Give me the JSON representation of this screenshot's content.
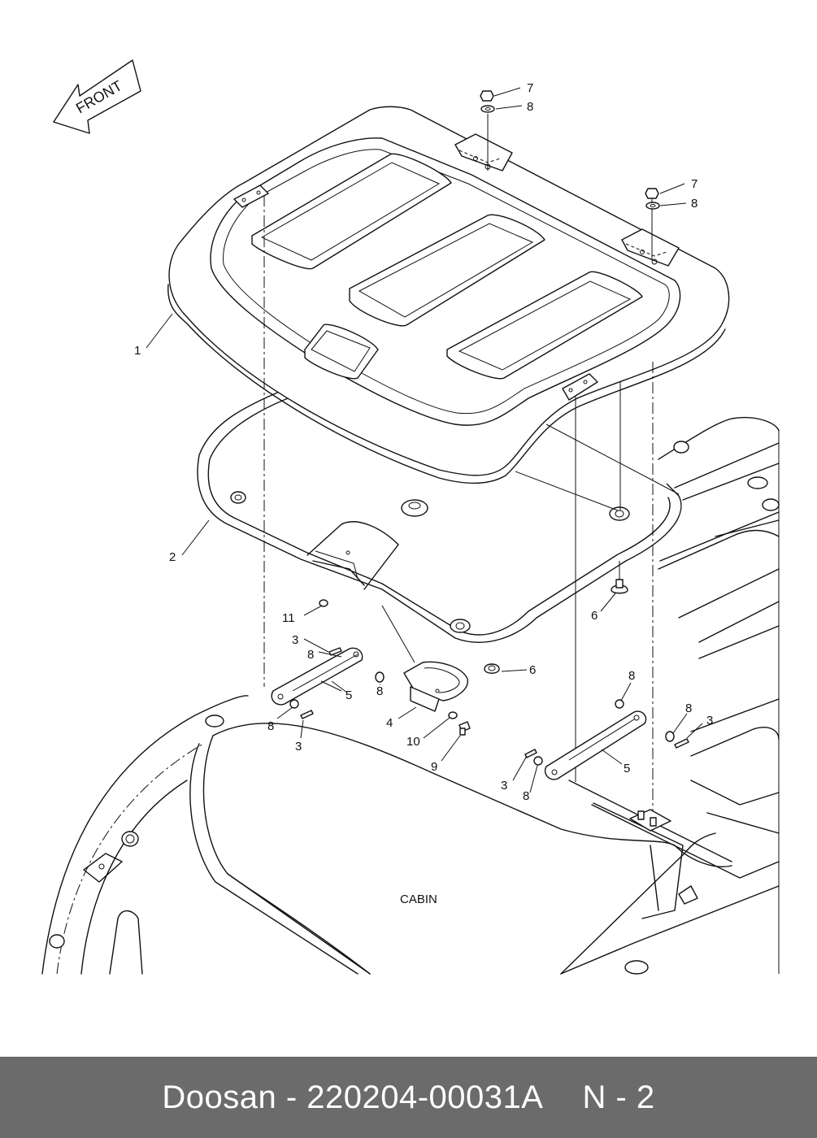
{
  "diagram": {
    "front_label": "FRONT",
    "cabin_label": "CABIN",
    "callouts": {
      "c1": "1",
      "c2": "2",
      "c3a": "3",
      "c3b": "3",
      "c3c": "3",
      "c3d": "3",
      "c4": "4",
      "c5a": "5",
      "c5b": "5",
      "c6a": "6",
      "c6b": "6",
      "c7a": "7",
      "c7b": "7",
      "c8a": "8",
      "c8b": "8",
      "c8c": "8",
      "c8d": "8",
      "c8e": "8",
      "c8f": "8",
      "c8g": "8",
      "c8h": "8",
      "c9": "9",
      "c10": "10",
      "c11": "11"
    }
  },
  "footer": {
    "part_label": "Doosan - 220204-00031A",
    "page_label": "N - 2"
  }
}
